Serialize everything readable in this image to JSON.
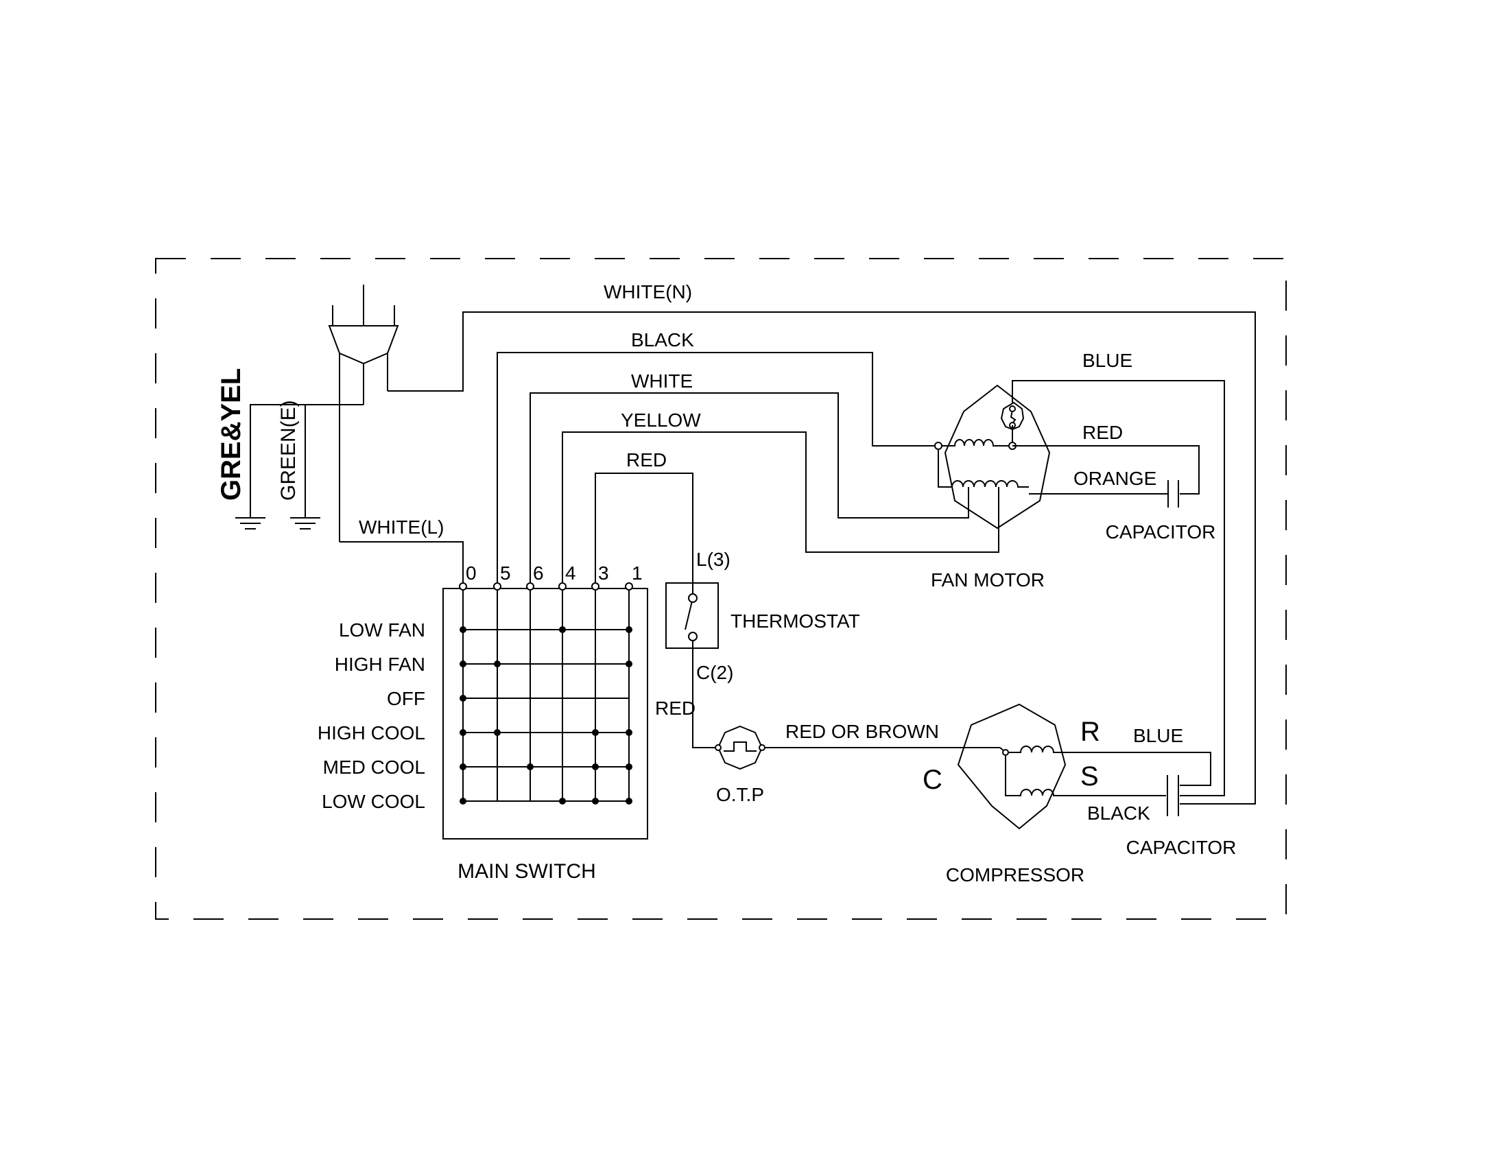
{
  "labels": {
    "white_n": "WHITE(N)",
    "black": "BLACK",
    "white": "WHITE",
    "yellow": "YELLOW",
    "red_top": "RED",
    "blue_top": "BLUE",
    "red_fan": "RED",
    "orange": "ORANGE",
    "capacitor_fan": "CAPACITOR",
    "fan_motor": "FAN MOTOR",
    "gre_yel": "GRE&YEL",
    "green_e": "GREEN(E)",
    "white_l": "WHITE(L)",
    "l3": "L(3)",
    "c2": "C(2)",
    "thermostat": "THERMOSTAT",
    "red_mid": "RED",
    "otp": "O.T.P",
    "red_or_brown": "RED OR BROWN",
    "comp_c": "C",
    "comp_r": "R",
    "comp_s": "S",
    "blue_comp": "BLUE",
    "black_comp": "BLACK",
    "capacitor_comp": "CAPACITOR",
    "compressor": "COMPRESSOR",
    "main_switch": "MAIN SWITCH"
  },
  "main_switch": {
    "terminals": [
      "0",
      "5",
      "6",
      "4",
      "3",
      "1"
    ],
    "positions": [
      "LOW FAN",
      "HIGH FAN",
      "OFF",
      "HIGH COOL",
      "MED COOL",
      "LOW COOL"
    ]
  }
}
